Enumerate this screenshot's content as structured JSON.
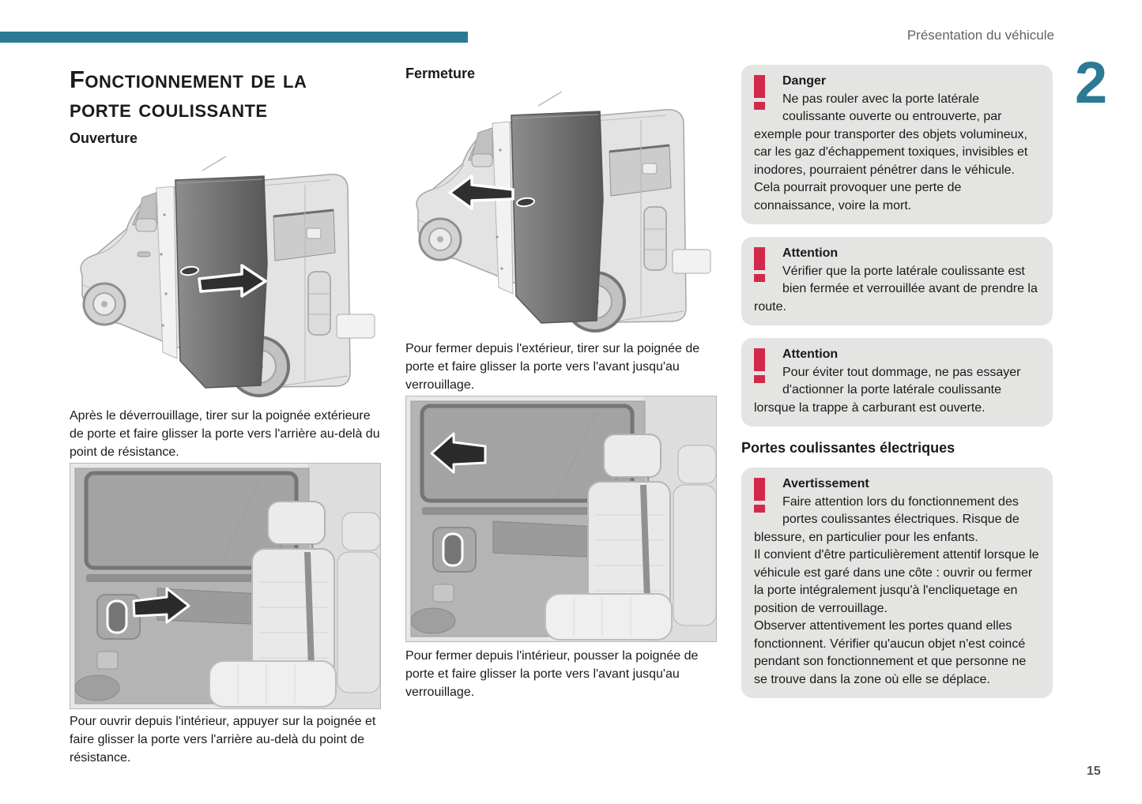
{
  "header": {
    "section_title": "Présentation du véhicule",
    "chapter_number": "2"
  },
  "page_number": "15",
  "colors": {
    "accent_teal": "#2a7a96",
    "warning_red": "#d2294b",
    "warning_box_background": "#e4e4e2",
    "body_text": "#1a1a1a",
    "header_gray": "#626366"
  },
  "left_column": {
    "title": "Fonctionnement de la porte coulissante",
    "subheading": "Ouverture",
    "paragraph1": "Après le déverrouillage, tirer sur la poignée extérieure de porte et faire glisser la porte vers l'arrière au-delà du point de résistance.",
    "paragraph2": "Pour ouvrir depuis l'intérieur, appuyer sur la poignée et faire glisser la porte vers l'arrière au-delà du point de résistance.",
    "illustrations": {
      "exterior": "van-side-view-sliding-door-open-arrow-to-rear",
      "interior": "door-interior-handle-arrow-to-rear"
    }
  },
  "middle_column": {
    "subheading": "Fermeture",
    "paragraph1": "Pour fermer depuis l'extérieur, tirer sur la poignée de porte et faire glisser la porte vers l'avant jusqu'au verrouillage.",
    "paragraph2": "Pour fermer depuis l'intérieur, pousser la poignée de porte et faire glisser la porte vers l'avant jusqu'au verrouillage.",
    "illustrations": {
      "exterior": "van-side-view-sliding-door-arrow-to-front",
      "interior": "door-interior-window-arrow-to-front"
    }
  },
  "right_column": {
    "boxes": [
      {
        "icon": "exclamation-mark-icon",
        "title": "Danger",
        "text": "Ne pas rouler avec la porte latérale coulissante ouverte ou entrouverte, par exemple pour transporter des objets volumineux, car les gaz d'échappement toxiques, invisibles et inodores, pourraient pénétrer dans le véhicule. Cela pourrait provoquer une perte de connaissance, voire la mort."
      },
      {
        "icon": "exclamation-mark-icon",
        "title": "Attention",
        "text": "Vérifier que la porte latérale coulissante est bien fermée et verrouillée avant de prendre la route."
      },
      {
        "icon": "exclamation-mark-icon",
        "title": "Attention",
        "text": "Pour éviter tout dommage, ne pas essayer d'actionner la porte latérale coulissante lorsque la trappe à carburant est ouverte."
      }
    ],
    "subheading": "Portes coulissantes électriques",
    "electric_box": {
      "icon": "exclamation-mark-icon",
      "title": "Avertissement",
      "text": "Faire attention lors du fonctionnement des portes coulissantes électriques. Risque de blessure, en particulier pour les enfants.\nIl convient d'être particulièrement attentif lorsque le véhicule est garé dans une côte : ouvrir ou fermer la porte intégralement jusqu'à l'encliquetage en position de verrouillage.\nObserver attentivement les portes quand elles fonctionnent. Vérifier qu'aucun objet n'est coincé pendant son fonctionnement et que personne ne se trouve dans la zone où elle se déplace."
    }
  }
}
